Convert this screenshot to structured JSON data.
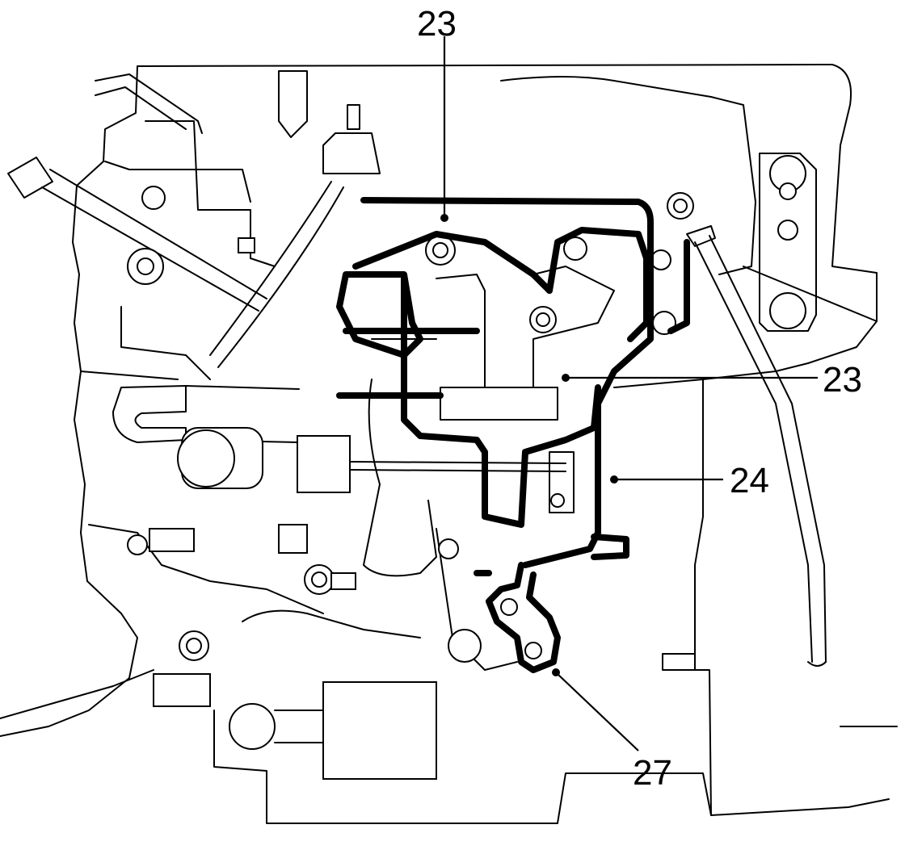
{
  "figure": {
    "callouts": [
      {
        "id": "23a",
        "label": "23"
      },
      {
        "id": "23b",
        "label": "23"
      },
      {
        "id": "24",
        "label": "24"
      },
      {
        "id": "27",
        "label": "27"
      }
    ]
  }
}
